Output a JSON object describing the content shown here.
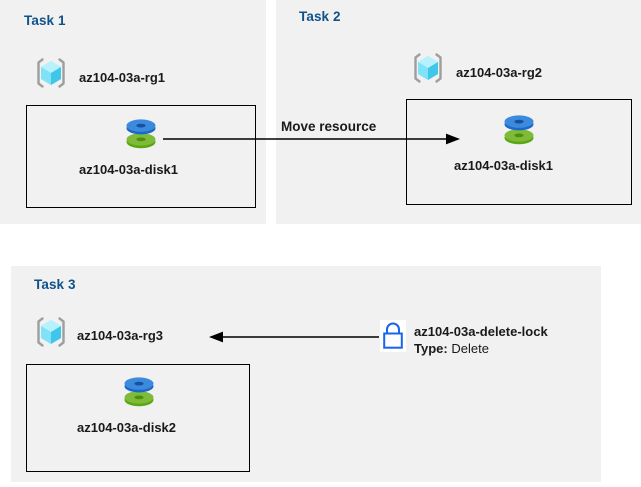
{
  "diagram": {
    "title": "Azure resource group tasks diagram",
    "background": "#ffffff",
    "panel_fill": "#f1f1f1",
    "title_color": "#10518a",
    "line_color": "#000000",
    "lock_color": "#1565f0"
  },
  "panels": [
    {
      "id": "task1",
      "title": "Task 1",
      "resource_group": "az104-03a-rg1",
      "resource": "az104-03a-disk1",
      "resource_icon": "managed-disk-icon",
      "group_icon": "resource-group-icon"
    },
    {
      "id": "task2",
      "title": "Task 2",
      "resource_group": "az104-03a-rg2",
      "resource": "az104-03a-disk1",
      "resource_icon": "managed-disk-icon",
      "group_icon": "resource-group-icon"
    },
    {
      "id": "task3",
      "title": "Task 3",
      "resource_group": "az104-03a-rg3",
      "resource": "az104-03a-disk2",
      "resource_icon": "managed-disk-icon",
      "group_icon": "resource-group-icon"
    }
  ],
  "connectors": [
    {
      "id": "move-resource",
      "label": "Move resource",
      "direction": "left-to-right",
      "from": "az104-03a-disk1 in az104-03a-rg1",
      "to": "az104-03a-rg2"
    },
    {
      "id": "delete-lock-link",
      "label": "",
      "direction": "right-to-left",
      "from": "az104-03a-delete-lock",
      "to": "az104-03a-rg3"
    }
  ],
  "lock": {
    "icon": "lock-icon",
    "name": "az104-03a-delete-lock",
    "type_label": "Type:",
    "type_value": "Delete"
  }
}
